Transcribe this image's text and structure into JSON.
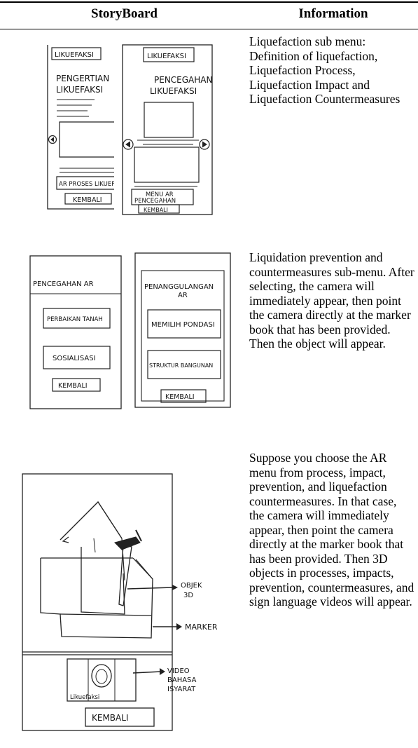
{
  "table": {
    "headers": {
      "storyboard": "StoryBoard",
      "information": "Information"
    },
    "rows": [
      {
        "info": "Liquefaction sub menu: Definition of liquefaction, Liquefaction Process, Liquefaction Impact and Liquefaction Countermeasures",
        "sketch": {
          "screen_a": {
            "tab": "LIKUEFAKSI",
            "title_1": "PENGERTIAN",
            "title_2": "LIKUEFAKSI",
            "ar_button": "AR PROSES LIKUEFAKSI",
            "back": "KEMBALI"
          },
          "screen_b": {
            "tab": "LIKUEFAKSI",
            "title_1": "PENCEGAHAN",
            "title_2": "LIKUEFAKSI",
            "menu_1": "MENU AR",
            "menu_2": "PENCEGAHAN",
            "back": "KEMBALI"
          }
        }
      },
      {
        "info": "Liquidation prevention and countermeasures sub-menu. After selecting, the camera will immediately appear, then point the camera directly at the marker book that has been provided. Then the object will appear.",
        "sketch": {
          "screen_a": {
            "title": "PENCEGAHAN AR",
            "btn_1": "PERBAIKAN TANAH",
            "btn_2": "SOSIALISASI",
            "back": "KEMBALI"
          },
          "screen_b": {
            "title_1": "PENANGGULANGAN",
            "title_2": "AR",
            "btn_1": "MEMILIH PONDASI",
            "btn_2": "STRUKTUR BANGUNAN",
            "back": "KEMBALI"
          }
        }
      },
      {
        "info": "Suppose you choose the AR menu from process, impact, prevention, and liquefaction countermeasures. In that case, the camera will immediately appear, then point the camera directly at the marker book that has been provided. Then 3D objects in processes, impacts, prevention, countermeasures, and sign language videos will appear.",
        "sketch": {
          "label_object_1": "OBJEK",
          "label_object_2": "3D",
          "label_marker": "MARKER",
          "label_video_1": "VIDEO",
          "label_video_2": "BAHASA",
          "label_video_3": "ISYARAT",
          "video_caption": "Likuefaksi",
          "back": "KEMBALI"
        }
      }
    ]
  }
}
